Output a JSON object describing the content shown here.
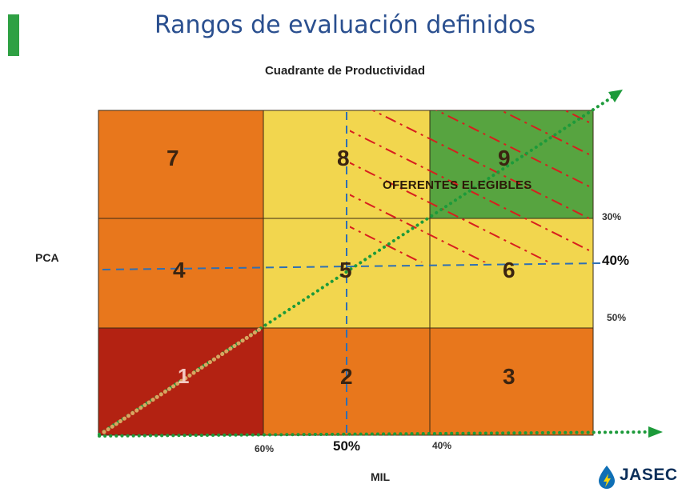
{
  "slide": {
    "title": "Rangos de evaluación definidos",
    "subtitle": "Cuadrante de Productividad",
    "y_axis_label": "PCA",
    "x_axis_label": "MIL",
    "highlight_label": "OFERENTES ELEGIBLES"
  },
  "quadrants": [
    {
      "number": "7",
      "color": "#e8771c"
    },
    {
      "number": "8",
      "color": "#f2d64e"
    },
    {
      "number": "9",
      "color": "#57a440"
    },
    {
      "number": "4",
      "color": "#e8771c"
    },
    {
      "number": "5",
      "color": "#f2d64e"
    },
    {
      "number": "6",
      "color": "#f2d64e"
    },
    {
      "number": "1",
      "color": "#b32212"
    },
    {
      "number": "2",
      "color": "#e8771c"
    },
    {
      "number": "3",
      "color": "#e8771c"
    }
  ],
  "right_scale": {
    "top": "30%",
    "middle": "40%",
    "bottom": "50%"
  },
  "bottom_scale": {
    "left": "60%",
    "middle": "50%",
    "right": "40%"
  },
  "logo": {
    "text": "JASEC"
  }
}
